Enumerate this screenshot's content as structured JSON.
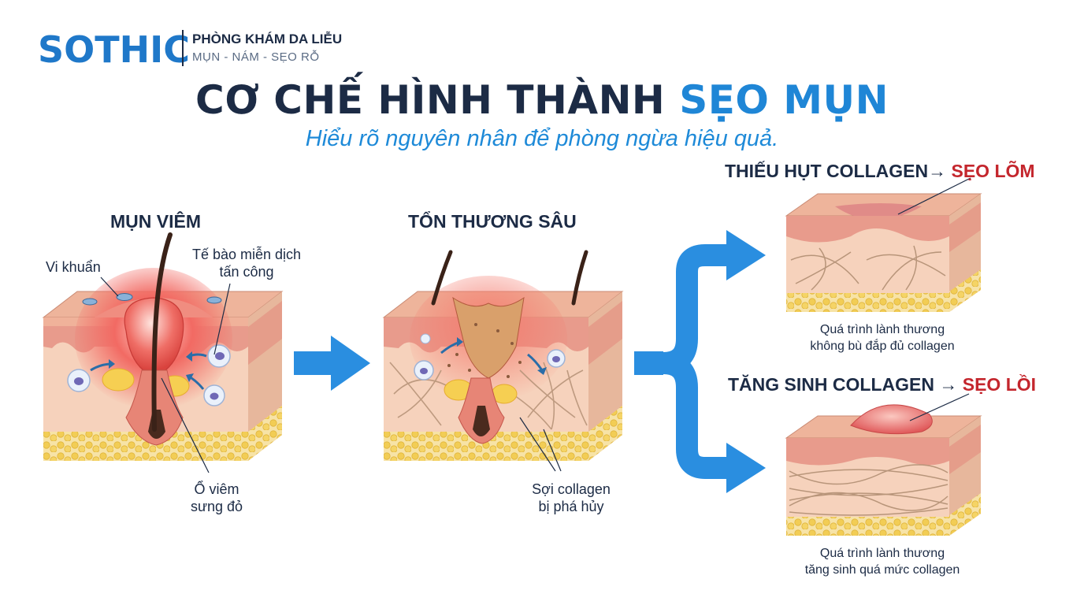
{
  "header": {
    "logo": "SOTHIC",
    "clinic_name": "PHÒNG KHÁM DA LIỄU",
    "tagline": "MỤN - NÁM - SẸO RỖ"
  },
  "title": {
    "main": "CƠ CHẾ HÌNH THÀNH",
    "highlight": "SẸO MỤN",
    "subtitle": "Hiểu rõ nguyên nhân để phòng ngừa hiệu quả."
  },
  "stage1": {
    "heading": "MỤN VIÊM",
    "label_bacteria": "Vi khuẩn",
    "label_immune_1": "Tế bào miễn dịch",
    "label_immune_2": "tấn công",
    "label_inflammation_1": "Ổ viêm",
    "label_inflammation_2": "sưng đỏ"
  },
  "stage2": {
    "heading": "TỔN THƯƠNG SÂU",
    "label_collagen_1": "Sợi collagen",
    "label_collagen_2": "bị phá hủy"
  },
  "outcome1": {
    "heading": "THIẾU HỤT COLLAGEN",
    "arrow": "→",
    "result": "SẸO LÕM",
    "caption_1": "Quá trình lành thương",
    "caption_2": "không bù đắp đủ collagen"
  },
  "outcome2": {
    "heading": "TĂNG SINH COLLAGEN",
    "arrow": "→",
    "result": "SẸO LỒI",
    "caption_1": "Quá trình lành thương",
    "caption_2": "tăng sinh quá mức collagen"
  },
  "colors": {
    "brand_blue": "#1f78c9",
    "navy": "#1c2b45",
    "accent_red": "#c4262d",
    "arrow_blue": "#2a8ee0",
    "skin_epidermis": "#e9a98f",
    "skin_dermis": "#f6d3bd",
    "fat": "#f2cd55"
  }
}
